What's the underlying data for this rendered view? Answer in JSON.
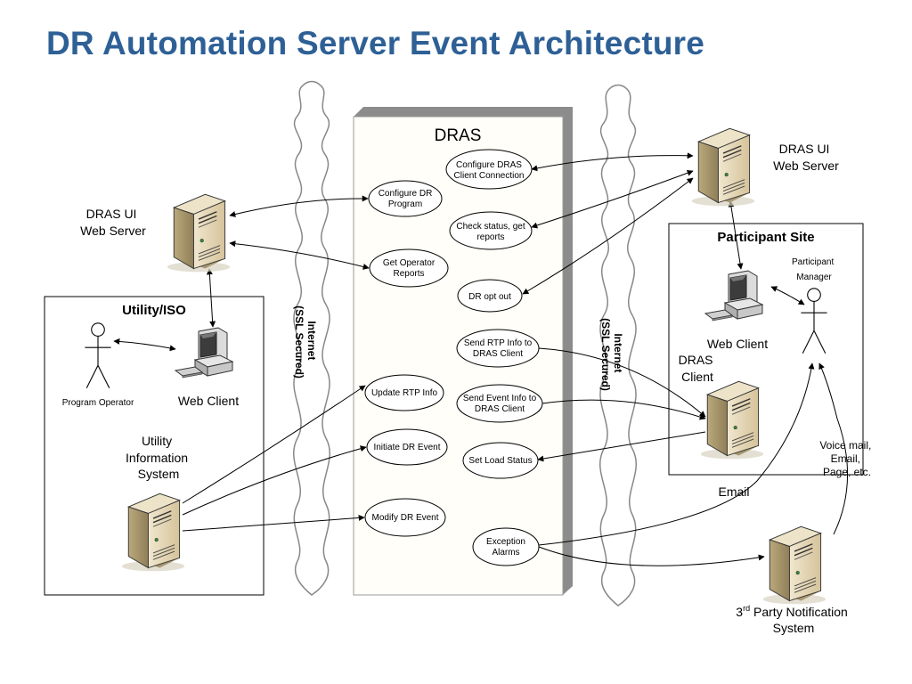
{
  "title": "DR Automation Server  Event Architecture",
  "dras_box_title": "DRAS",
  "internet_label": [
    "Internet",
    "(SSL Secured)"
  ],
  "left": {
    "ui_server_label": [
      "DRAS UI",
      "Web Server"
    ],
    "utility_box_title": "Utility/ISO",
    "program_operator": "Program Operator",
    "web_client": "Web Client",
    "uis_label": [
      "Utility",
      "Information",
      "System"
    ]
  },
  "right": {
    "ui_server_label": [
      "DRAS UI",
      "Web Server"
    ],
    "participant_box_title": "Participant Site",
    "participant_manager": [
      "Participant",
      "Manager"
    ],
    "web_client": "Web Client",
    "dras_client": [
      "DRAS",
      "Client"
    ],
    "voice_mail": [
      "Voice mail,",
      "Email,",
      "Page, etc."
    ],
    "email": "Email",
    "third_party": [
      "3",
      "rd",
      " Party Notification",
      "System"
    ]
  },
  "use_cases": {
    "configure_dras_client": [
      "Configure DRAS",
      "Client Connection"
    ],
    "configure_dr_program": [
      "Configure DR",
      "Program"
    ],
    "check_status": [
      "Check status, get",
      "reports"
    ],
    "get_operator_reports": [
      "Get Operator",
      "Reports"
    ],
    "dr_opt_out": [
      "DR opt out"
    ],
    "send_rtp_info": [
      "Send RTP Info to",
      "DRAS Client"
    ],
    "update_rtp_info": [
      "Update RTP Info"
    ],
    "send_event_info": [
      "Send Event Info to",
      "DRAS Client"
    ],
    "initiate_dr_event": [
      "Initiate DR Event"
    ],
    "set_load_status": [
      "Set Load Status"
    ],
    "modify_dr_event": [
      "Modify DR Event"
    ],
    "exception_alarms": [
      "Exception",
      "Alarms"
    ]
  }
}
